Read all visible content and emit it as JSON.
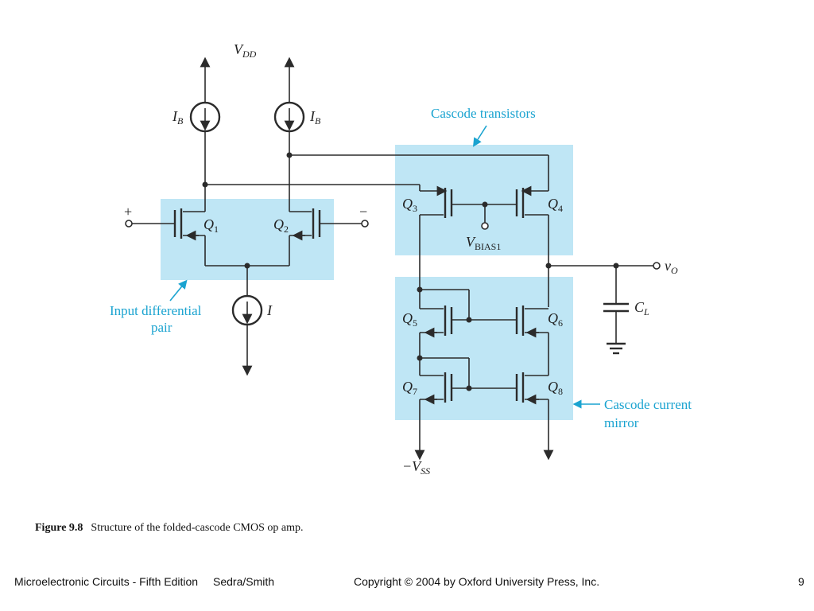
{
  "caption": {
    "figure_label": "Figure 9.8",
    "text": "Structure of the folded-cascode CMOS op amp."
  },
  "footer": {
    "book": "Microelectronic Circuits - Fifth Edition",
    "authors": "Sedra/Smith",
    "copyright": "Copyright © 2004 by Oxford University Press, Inc.",
    "page_number": "9"
  },
  "circuit": {
    "vdd": {
      "main": "V",
      "sub": "DD"
    },
    "vss": {
      "sign": "−",
      "main": "V",
      "sub": "SS"
    },
    "ib_left": {
      "main": "I",
      "sub": "B"
    },
    "ib_right": {
      "main": "I",
      "sub": "B"
    },
    "i_tail": "I",
    "plus": "+",
    "minus": "−",
    "vbias": {
      "main": "V",
      "sub": "BIAS1"
    },
    "vout": {
      "main": "v",
      "sub": "O"
    },
    "cl": {
      "main": "C",
      "sub": "L"
    },
    "transistors": [
      {
        "main": "Q",
        "sub": "1"
      },
      {
        "main": "Q",
        "sub": "2"
      },
      {
        "main": "Q",
        "sub": "3"
      },
      {
        "main": "Q",
        "sub": "4"
      },
      {
        "main": "Q",
        "sub": "5"
      },
      {
        "main": "Q",
        "sub": "6"
      },
      {
        "main": "Q",
        "sub": "7"
      },
      {
        "main": "Q",
        "sub": "8"
      }
    ],
    "callouts": {
      "cascode_transistors": "Cascode transistors",
      "input_pair_line1": "Input differential",
      "input_pair_line2": "pair",
      "mirror_line1": "Cascode current",
      "mirror_line2": "mirror"
    }
  },
  "colors": {
    "highlight": "#bfe6f5",
    "callout": "#1aa3d0",
    "ink": "#2b2b2b"
  }
}
